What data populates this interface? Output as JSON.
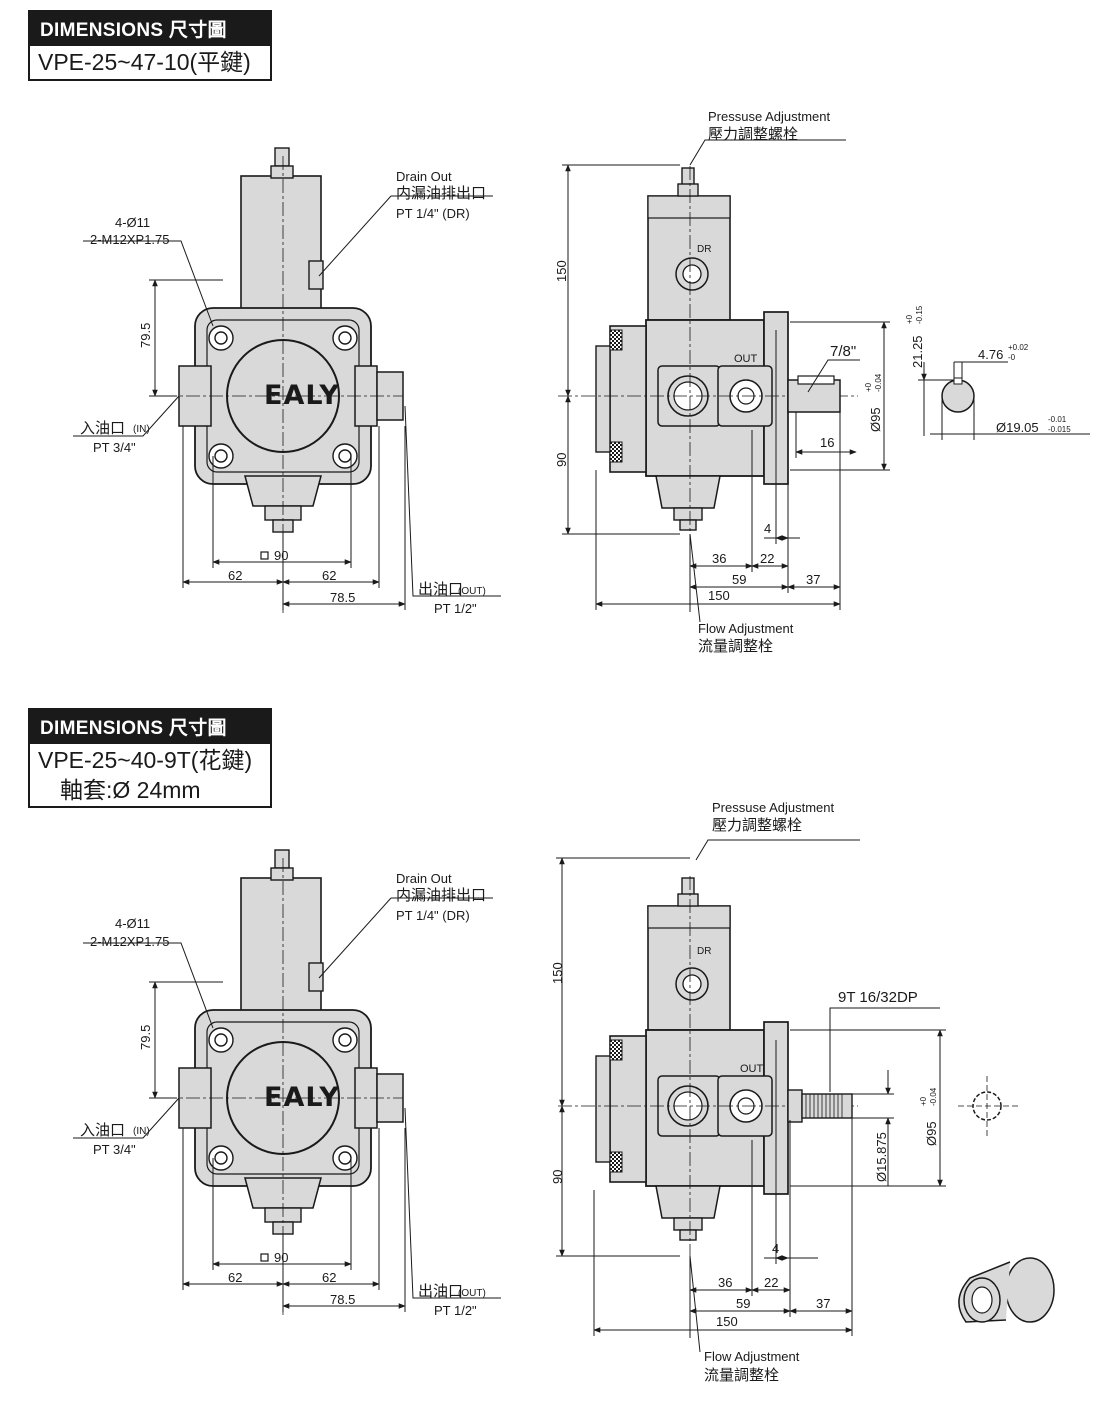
{
  "sections": [
    {
      "header_band": "DIMENSIONS 尺寸圖",
      "model": "VPE-25~47-10(平鍵)",
      "front": {
        "drain_line1": "Drain Out",
        "drain_line2": "内漏油排出口",
        "drain_line3": "PT 1/4\" (DR)",
        "mount_line1": "4-Ø11",
        "mount_line2": "2-M12XP1.75",
        "dim_79_5": "79.5",
        "inlet_label": "入油口",
        "inlet_code": "(IN)",
        "inlet_thread": "PT 3/4\"",
        "logo": "EALY",
        "sq_90": "90",
        "dim_62a": "62",
        "dim_62b": "62",
        "dim_78_5": "78.5",
        "outlet_label": "出油口",
        "outlet_code": "(OUT)",
        "outlet_thread": "PT 1/2\""
      },
      "side": {
        "pressure_line1": "Pressuse Adjustment",
        "pressure_line2": "壓力調整螺栓",
        "dim_150_v": "150",
        "dim_90_v": "90",
        "dr": "DR",
        "out": "OUT",
        "key": "7/8\"",
        "phi95": "Ø95",
        "phi95_tol_up": "+0",
        "phi95_tol_dn": "-0.04",
        "dim_16": "16",
        "dim_4": "4",
        "dim_36": "36",
        "dim_22": "22",
        "dim_59": "59",
        "dim_37": "37",
        "dim_150_h": "150",
        "flow_line1": "Flow Adjustment",
        "flow_line2": "流量調整栓"
      },
      "key_detail": {
        "dim_21_25": "21.25",
        "tol_21_up": "+0",
        "tol_21_dn": "-0.15",
        "dim_4_76": "4.76",
        "tol_476_up": "+0.02",
        "tol_476_dn": "-0",
        "dim_19_05": "Ø19.05",
        "tol_19_up": "-0.01",
        "tol_19_dn": "-0.015"
      }
    },
    {
      "header_band": "DIMENSIONS 尺寸圖",
      "model": "VPE-25~40-9T(花鍵)",
      "sleeve": "軸套:Ø 24mm",
      "front": {
        "drain_line1": "Drain Out",
        "drain_line2": "内漏油排出口",
        "drain_line3": "PT 1/4\" (DR)",
        "mount_line1": "4-Ø11",
        "mount_line2": "2-M12XP1.75",
        "dim_79_5": "79.5",
        "inlet_label": "入油口",
        "inlet_code": "(IN)",
        "inlet_thread": "PT 3/4\"",
        "logo": "EALY",
        "sq_90": "90",
        "dim_62a": "62",
        "dim_62b": "62",
        "dim_78_5": "78.5",
        "outlet_label": "出油口",
        "outlet_code": "(OUT)",
        "outlet_thread": "PT 1/2\""
      },
      "side": {
        "pressure_line1": "Pressuse Adjustment",
        "pressure_line2": "壓力調整螺栓",
        "dim_150_v": "150",
        "dim_90_v": "90",
        "dr": "DR",
        "out": "OUT",
        "spline": "9T 16/32DP",
        "phi95": "Ø95",
        "phi95_tol_up": "+0",
        "phi95_tol_dn": "-0.04",
        "phi15": "Ø15.875",
        "dim_4": "4",
        "dim_36": "36",
        "dim_22": "22",
        "dim_59": "59",
        "dim_37": "37",
        "dim_150_h": "150",
        "flow_line1": "Flow Adjustment",
        "flow_line2": "流量調整栓"
      }
    }
  ],
  "colors": {
    "body_fill": "#d9d9d9",
    "line": "#1a1a1a",
    "header_bg": "#1a1a1a"
  }
}
